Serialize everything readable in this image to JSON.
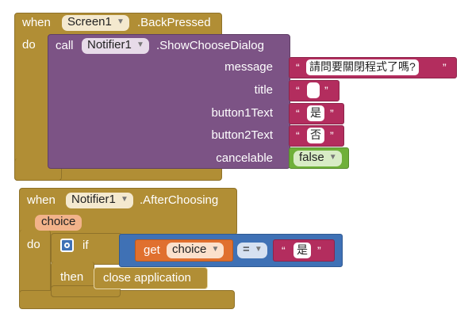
{
  "block1": {
    "when": "when",
    "component": "Screen1",
    "event": ".BackPressed",
    "do": "do",
    "call": "call",
    "call_component": "Notifier1",
    "method": ".ShowChooseDialog",
    "params": {
      "message": "message",
      "title": "title",
      "button1": "button1Text",
      "button2": "button2Text",
      "cancelable": "cancelable"
    },
    "message_value": "請問要關閉程式了嗎?",
    "title_value": "",
    "button1_value": "是",
    "button2_value": "否",
    "cancelable_value": "false"
  },
  "block2": {
    "when": "when",
    "component": "Notifier1",
    "event": ".AfterChoosing",
    "param": "choice",
    "do": "do",
    "if": "if",
    "then": "then",
    "get": "get",
    "get_var": "choice",
    "operator": "=",
    "compare_value": "是",
    "action": "close application"
  },
  "quote_open": "“",
  "quote_close": "”",
  "dropdown_arrow": "▼",
  "icons": {
    "mutator": "gear-icon"
  },
  "colors": {
    "event": "#b18e35",
    "procedure": "#7c5385",
    "text": "#b32d5e",
    "logic": "#6fb03a",
    "math": "#3f71b5",
    "variable": "#e0702f"
  }
}
